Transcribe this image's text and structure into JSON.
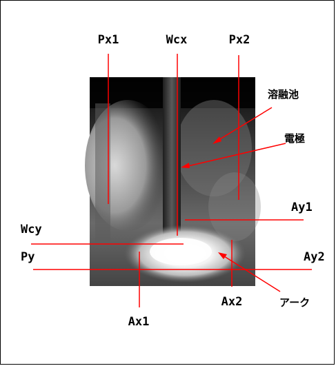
{
  "labels": {
    "px1": "Px1",
    "wcx": "Wcx",
    "px2": "Px2",
    "weld_pool": "溶融池",
    "electrode": "電極",
    "ay1": "Ay1",
    "wcy": "Wcy",
    "py": "Py",
    "ay2": "Ay2",
    "arc": "アーク",
    "ax1": "Ax1",
    "ax2": "Ax2"
  },
  "colors": {
    "annotation_line": "#ff0000",
    "frame": "#000000"
  }
}
